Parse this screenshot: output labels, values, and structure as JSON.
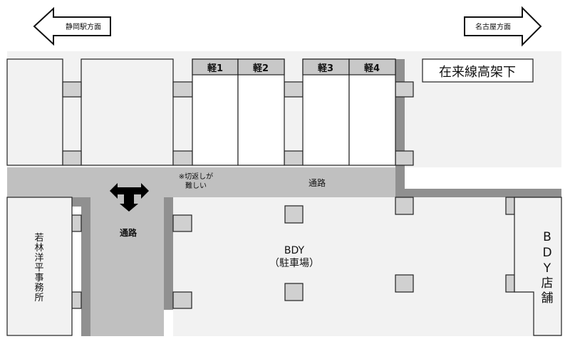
{
  "directions": {
    "left": "静岡駅方面",
    "right": "名古屋方面"
  },
  "title_box": "在来線高架下",
  "spaces": [
    "軽1",
    "軽2",
    "軽3",
    "軽4"
  ],
  "note": {
    "line1": "※切返しが",
    "line2": "難しい"
  },
  "road_horizontal": "通路",
  "road_vertical": "通路",
  "parking": {
    "line1": "BDY",
    "line2": "（駐車場）"
  },
  "office": [
    "若",
    "林",
    "洋",
    "平",
    "事",
    "務",
    "所"
  ],
  "store": [
    "B",
    "D",
    "Y",
    "店",
    "舗"
  ],
  "colors": {
    "background": "#f2f2f2",
    "road": "#c0c0c0",
    "wall": "#909090",
    "pillar": "#d0d0d0",
    "space_header": "#c8c8c8"
  }
}
